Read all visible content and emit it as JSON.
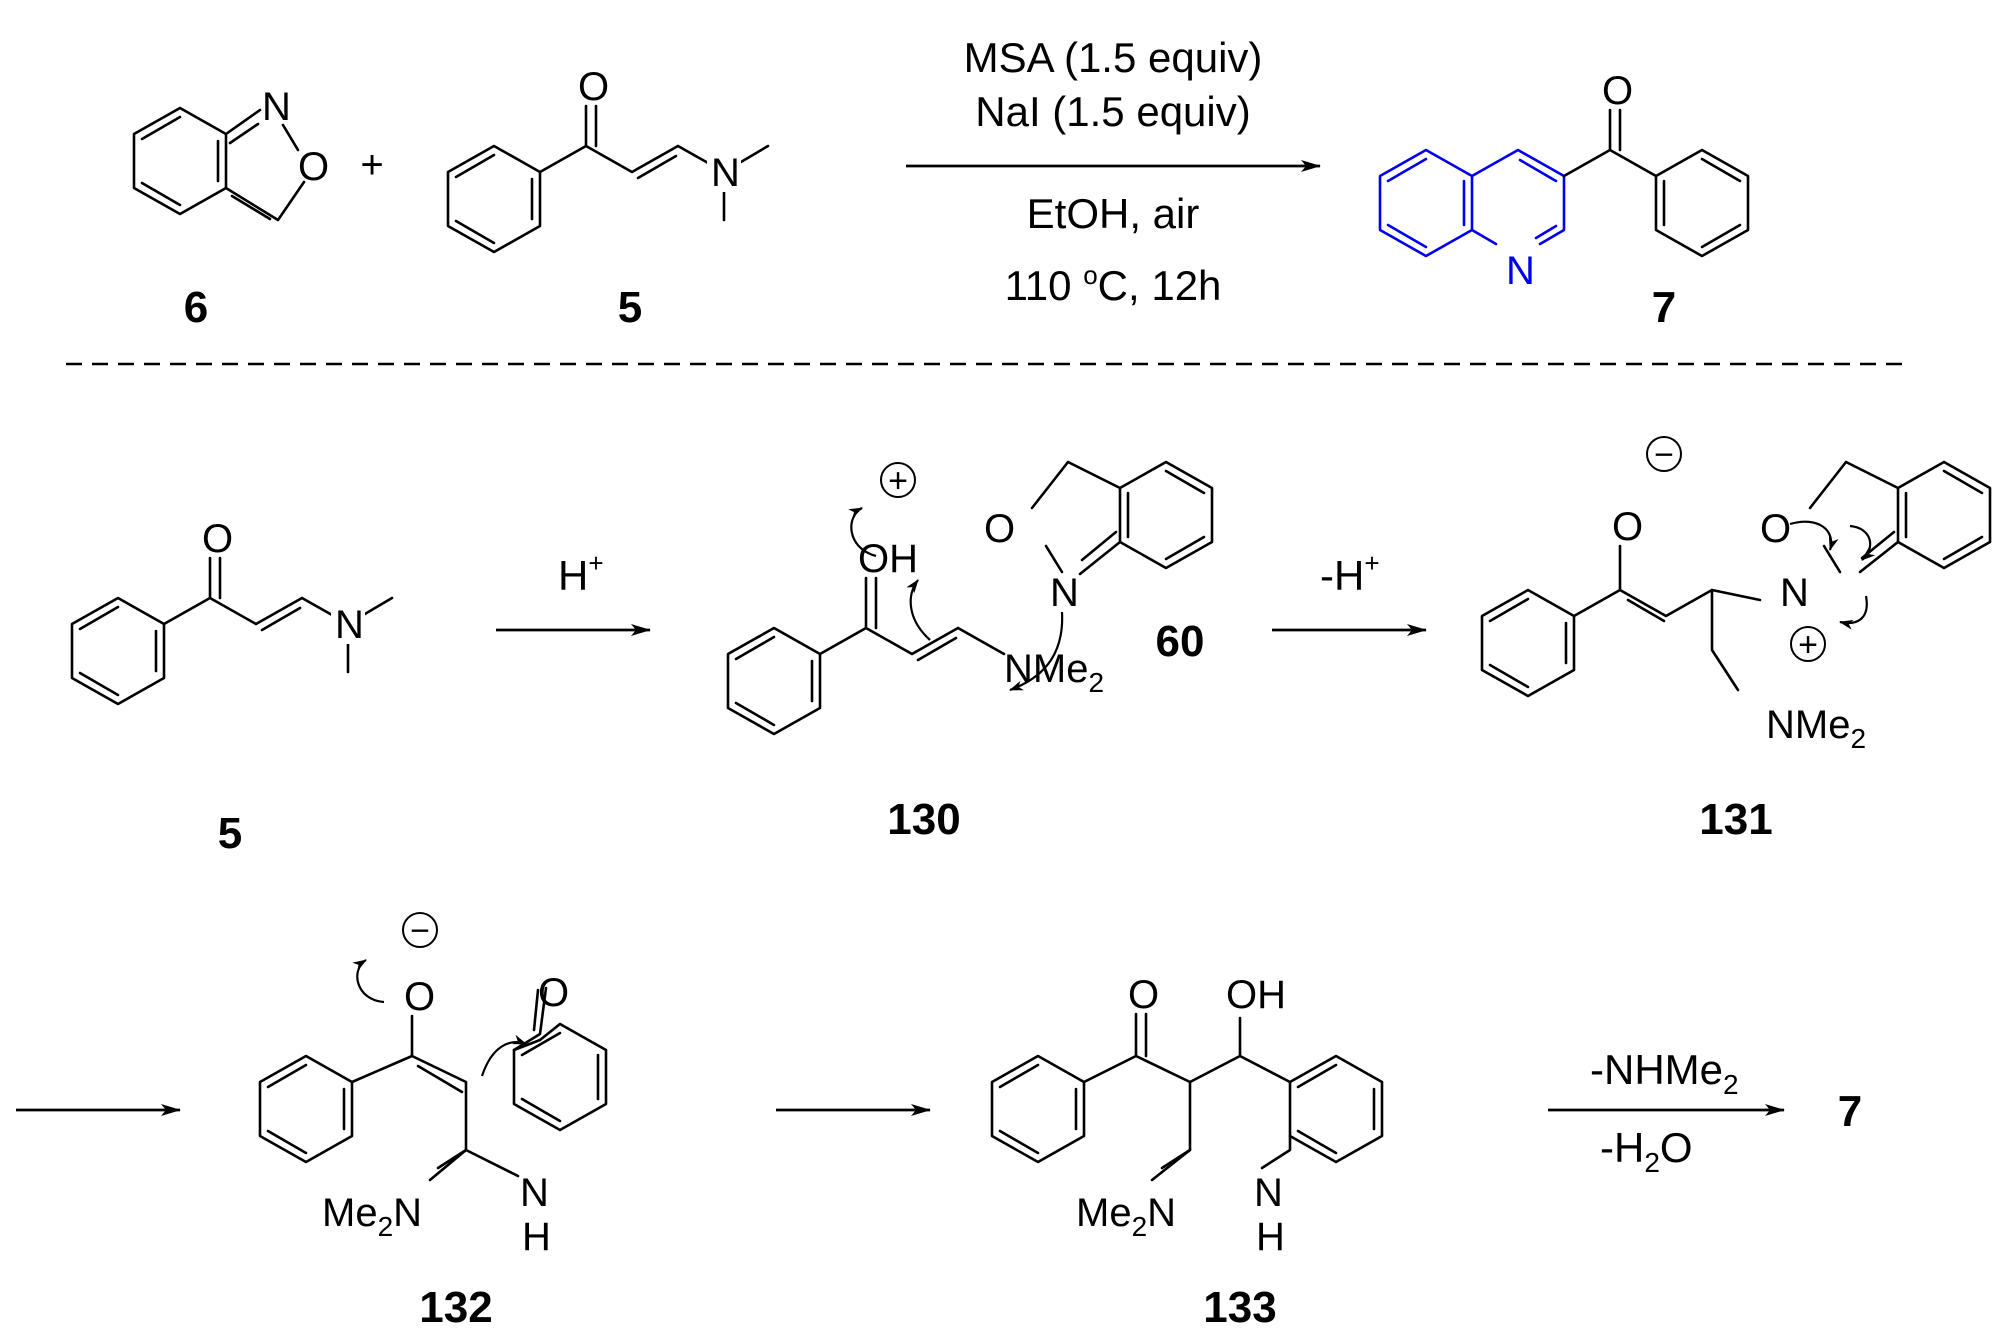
{
  "labels": {
    "c6": "6",
    "c5_top": "5",
    "c7_top": "7",
    "c5": "5",
    "c130": "130",
    "c60": "60",
    "c131": "131",
    "c132": "132",
    "c133": "133",
    "c7_end": "7"
  },
  "conditions": {
    "main_1": "MSA (1.5 equiv)",
    "main_2": "NaI (1.5 equiv)",
    "main_3": "EtOH, air",
    "main_4_a": "110 ",
    "main_4_sup": "o",
    "main_4_b": "C, 12h",
    "step1": "H",
    "step1_sup": "+",
    "step2": "-H",
    "step2_sup": "+",
    "step5_top_a": "-NHMe",
    "step5_top_sub": "2",
    "step5_bot_a": "-H",
    "step5_bot_sub": "2",
    "step5_bot_b": "O"
  },
  "atoms": {
    "N": "N",
    "O": "O",
    "OH": "OH",
    "NH_N": "N",
    "NH_H": "H",
    "NMe": "NMe",
    "Me2N_a": "Me",
    "Me2N_n": "N",
    "two": "2",
    "plus_sign": "+",
    "plus": "+",
    "minus": "−"
  },
  "colors": {
    "product_core": "#0000ee",
    "ink": "#000000"
  }
}
